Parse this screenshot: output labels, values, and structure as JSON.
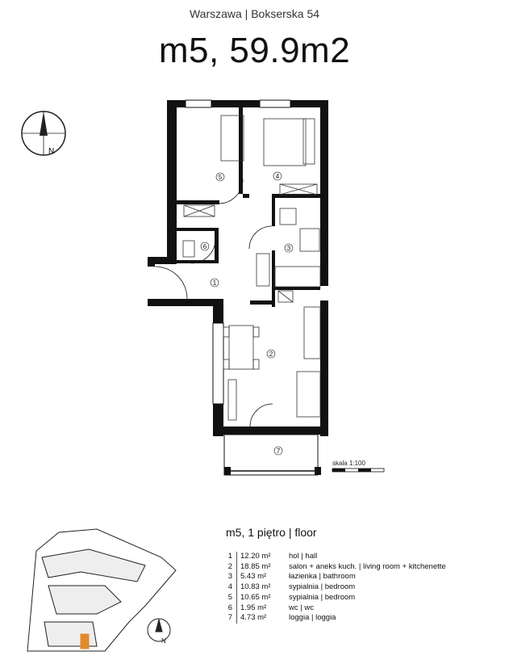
{
  "header": {
    "address": "Warszawa | Bokserska 54",
    "unit": "m5, 59.9m2"
  },
  "compass": {
    "north_label": "N"
  },
  "plan": {
    "room_markers": [
      "1",
      "2",
      "3",
      "4",
      "5",
      "6",
      "7"
    ],
    "scale_label": "skala 1:100"
  },
  "legend": {
    "title": "m5, 1 piętro | floor",
    "rooms": [
      {
        "num": "1",
        "area": "12.20 m²",
        "name": "hol | hall"
      },
      {
        "num": "2",
        "area": "18.85 m²",
        "name": "salon + aneks kuch. | living room + kitchenette"
      },
      {
        "num": "3",
        "area": "5.43 m²",
        "name": "łazienka | bathroom"
      },
      {
        "num": "4",
        "area": "10.83 m²",
        "name": "sypialnia | bedroom"
      },
      {
        "num": "5",
        "area": "10.65 m²",
        "name": "sypialnia | bedroom"
      },
      {
        "num": "6",
        "area": "1.95 m²",
        "name": "wc | wc"
      },
      {
        "num": "7",
        "area": "4.73 m²",
        "name": "loggia | loggia"
      }
    ]
  },
  "site_plan": {
    "north_label": "N",
    "highlight_color": "#e08a2c"
  }
}
